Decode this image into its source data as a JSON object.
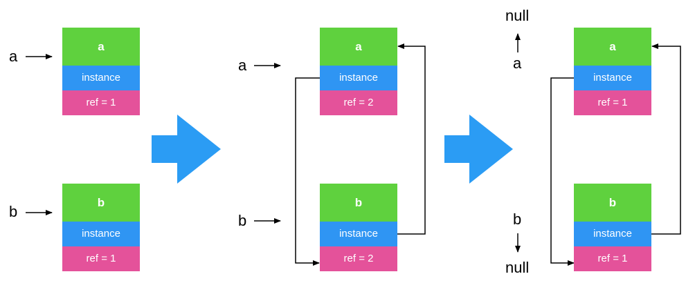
{
  "colors": {
    "title_bg": "#5fd13e",
    "instance_bg": "#2f95f3",
    "ref_bg": "#e4529a",
    "big_arrow": "#2b9cf4",
    "line": "#000000"
  },
  "stage1": {
    "pointer_a": "a",
    "pointer_b": "b",
    "obj_a": {
      "title": "a",
      "instance": "instance",
      "ref": "ref = 1"
    },
    "obj_b": {
      "title": "b",
      "instance": "instance",
      "ref": "ref = 1"
    }
  },
  "stage2": {
    "pointer_a": "a",
    "pointer_b": "b",
    "obj_a": {
      "title": "a",
      "instance": "instance",
      "ref": "ref = 2"
    },
    "obj_b": {
      "title": "b",
      "instance": "instance",
      "ref": "ref = 2"
    }
  },
  "stage3": {
    "pointer_a": "a",
    "pointer_b": "b",
    "null_top": "null",
    "null_bottom": "null",
    "obj_a": {
      "title": "a",
      "instance": "instance",
      "ref": "ref = 1"
    },
    "obj_b": {
      "title": "b",
      "instance": "instance",
      "ref": "ref = 1"
    }
  }
}
